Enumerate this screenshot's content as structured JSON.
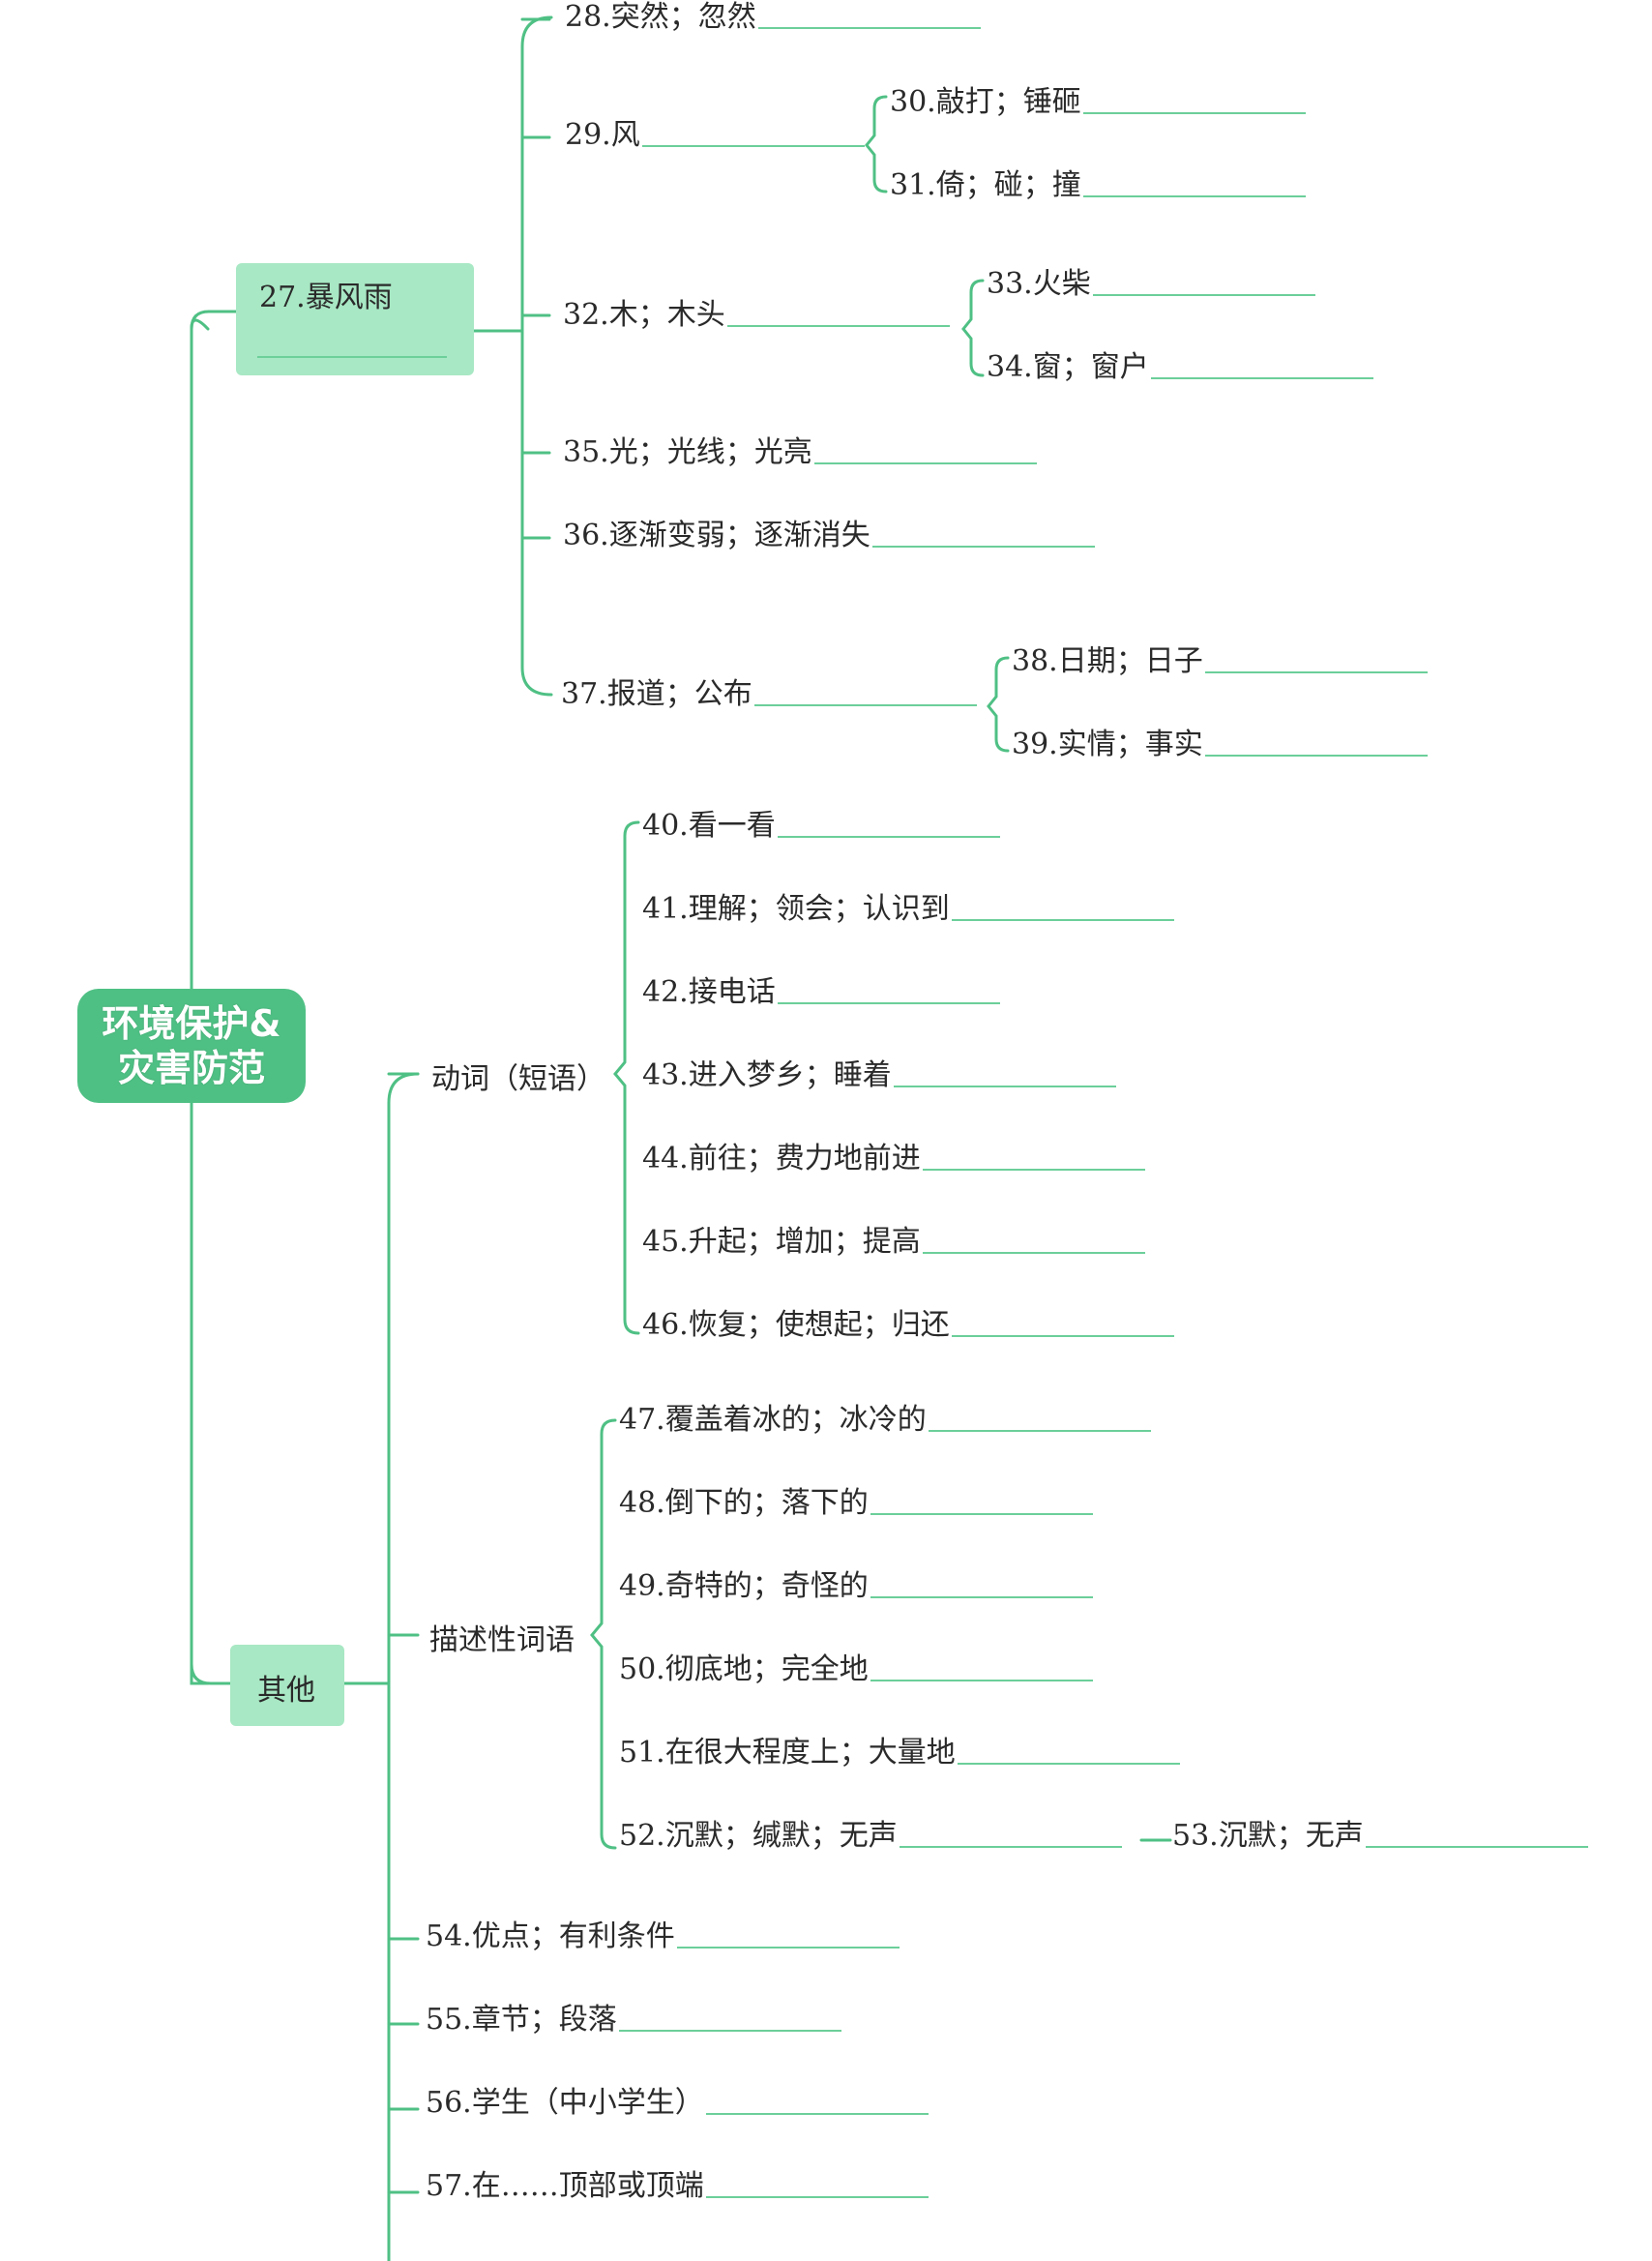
{
  "colors": {
    "line": "#4fc084",
    "root_fill": "#4fc084",
    "topic_fill": "#a8e8c4",
    "blank_line": "#6ccf9a",
    "text": "#2a2a2a"
  },
  "root": {
    "line1": "环境保护&",
    "line2": "灾害防范"
  },
  "topics": {
    "storm": "27.暴风雨",
    "other": "其他"
  },
  "categories": {
    "verbs": "动词（短语）",
    "descriptive": "描述性词语"
  },
  "items": {
    "i28": "28.突然；忽然",
    "i29": "29.风",
    "i30": "30.敲打；锤砸",
    "i31": "31.倚；碰；撞",
    "i32": "32.木；木头",
    "i33": "33.火柴",
    "i34": "34.窗；窗户",
    "i35": "35.光；光线；光亮",
    "i36": "36.逐渐变弱；逐渐消失",
    "i37": "37.报道；公布",
    "i38": "38.日期；日子",
    "i39": "39.实情；事实",
    "i40": "40.看一看",
    "i41": "41.理解；领会；认识到",
    "i42": "42.接电话",
    "i43": "43.进入梦乡；睡着",
    "i44": "44.前往；费力地前进",
    "i45": "45.升起；增加；提高",
    "i46": "46.恢复；使想起；归还",
    "i47": "47.覆盖着冰的；冰冷的",
    "i48": "48.倒下的；落下的",
    "i49": "49.奇特的；奇怪的",
    "i50": "50.彻底地；完全地",
    "i51": "51.在很大程度上；大量地",
    "i52": "52.沉默；缄默；无声",
    "i53": "53.沉默；无声",
    "i54": "54.优点；有利条件",
    "i55": "55.章节；段落",
    "i56": "56.学生（中小学生）",
    "i57": "57.在……顶部或顶端"
  }
}
